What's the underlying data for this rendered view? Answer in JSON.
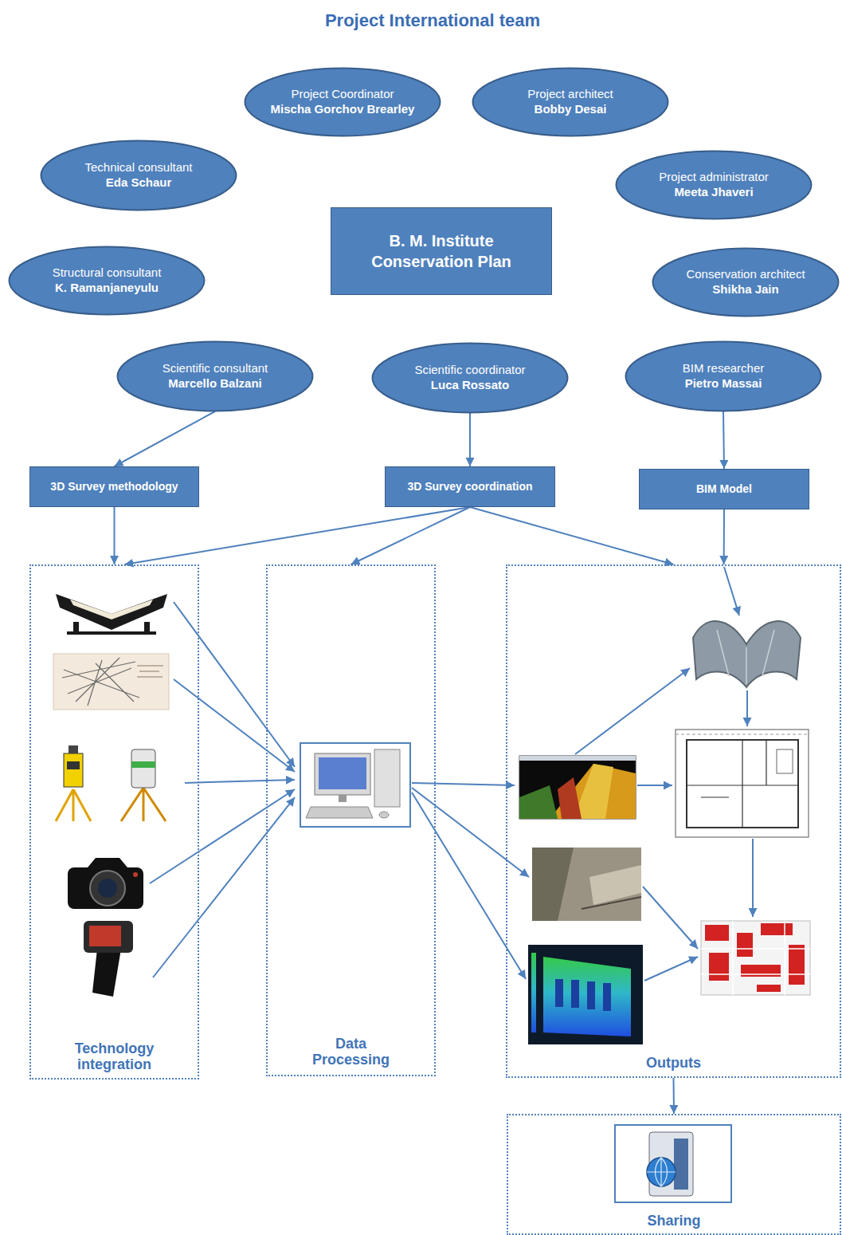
{
  "diagram": {
    "title": "Project International team",
    "nodes": [
      {
        "text": [
          "Project Coordinator",
          "Mischa Gorchov Brearley"
        ]
      },
      {
        "text": [
          "Project architect",
          "Bobby Desai"
        ]
      },
      {
        "text": [
          "Technical consultant",
          "Eda Schaur"
        ]
      },
      {
        "text": [
          "Project administrator",
          "Meeta Jhaveri"
        ]
      },
      {
        "text": [
          "B. M. Institute Conservation Plan"
        ]
      },
      {
        "text": [
          "Structural consultant",
          "K. Ramanjaneyulu"
        ]
      },
      {
        "text": [
          "Conservation architect",
          "Shikha Jain"
        ]
      },
      {
        "text": [
          "Scientific consultant",
          "Marcello Balzani"
        ]
      },
      {
        "text": [
          "Scientific coordinator",
          "Luca Rossato"
        ]
      },
      {
        "text": [
          "BIM researcher",
          "Pietro Massai"
        ]
      },
      {
        "text": [
          "3D Survey methodology"
        ]
      },
      {
        "text": [
          "3D Survey coordination"
        ]
      },
      {
        "text": [
          "BIM Model"
        ]
      },
      {
        "text": [
          "Technology integration"
        ]
      },
      {
        "text": [
          "Data Processing"
        ]
      },
      {
        "text": [
          "Outputs"
        ]
      },
      {
        "text": [
          "Sharing"
        ]
      }
    ],
    "edges": [
      {
        "from": 7,
        "to": 10,
        "arrow": "to"
      },
      {
        "from": 8,
        "to": 11,
        "arrow": "to"
      },
      {
        "from": 9,
        "to": 12,
        "arrow": "to"
      },
      {
        "from": 10,
        "to": 13,
        "arrow": "to"
      },
      {
        "from": 11,
        "to": 13,
        "arrow": "to"
      },
      {
        "from": 11,
        "to": 14,
        "arrow": "to"
      },
      {
        "from": 11,
        "to": 15,
        "arrow": "to"
      },
      {
        "from": 12,
        "to": 15,
        "arrow": "to"
      },
      {
        "from": 15,
        "to": 16,
        "arrow": "to"
      }
    ]
  }
}
